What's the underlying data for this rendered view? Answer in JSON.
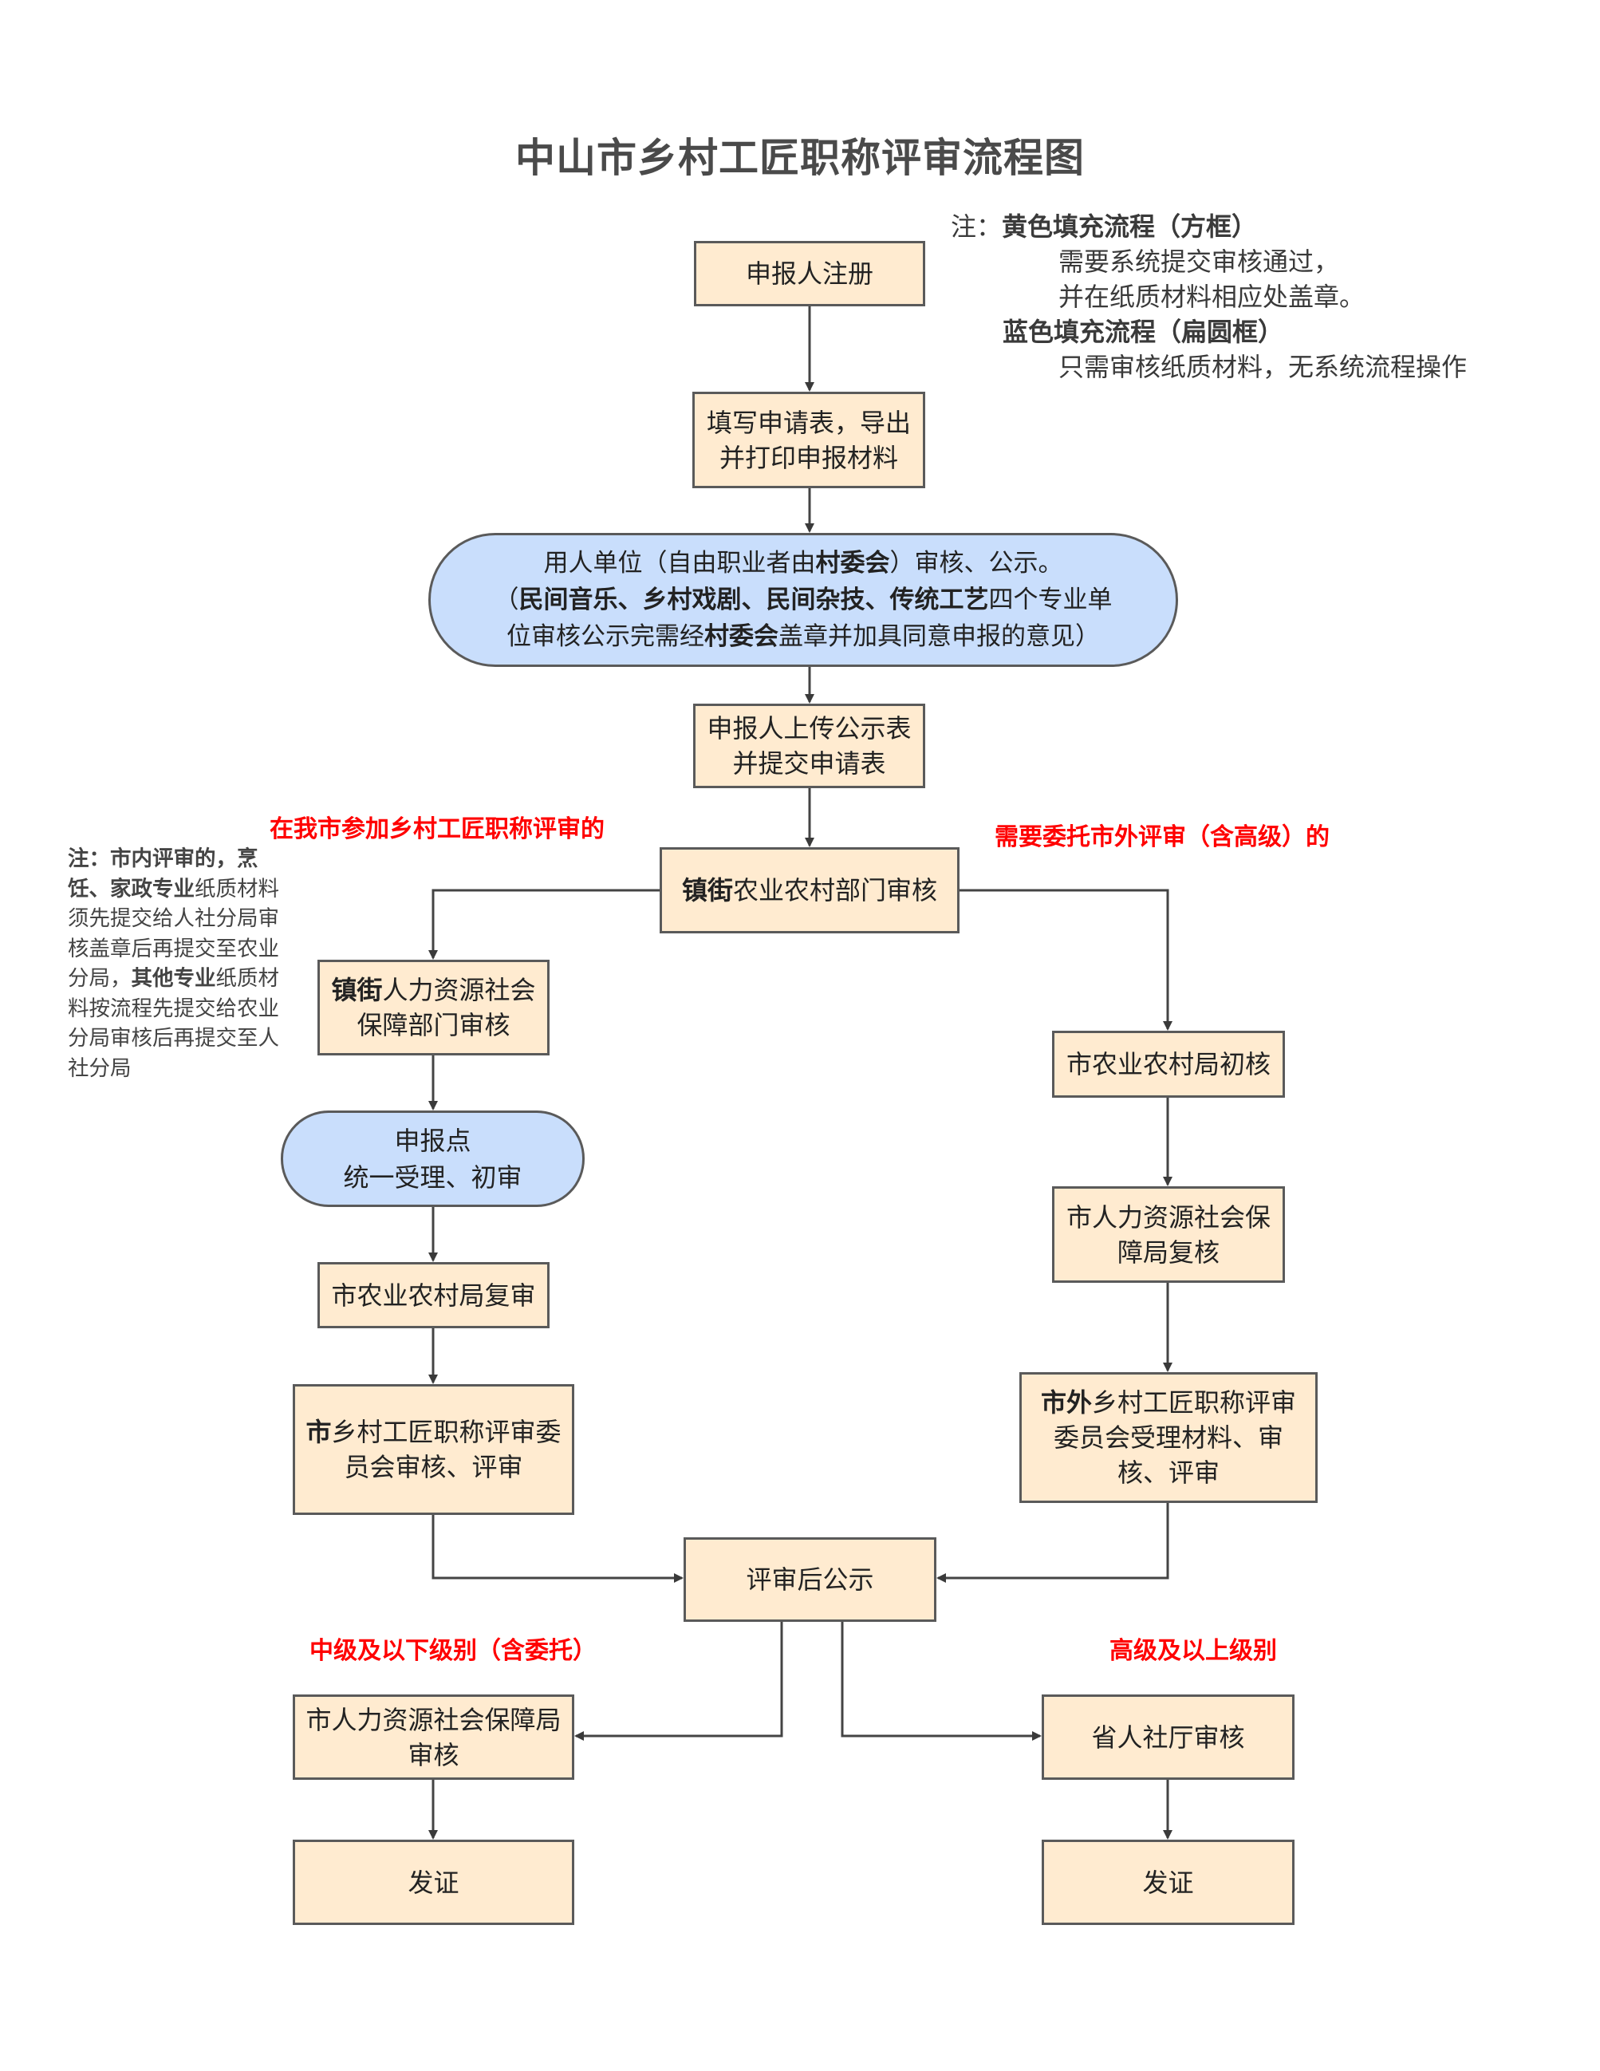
{
  "title": "中山市乡村工匠职称评审流程图",
  "legend": {
    "prefix": "注：",
    "yellow_title": "黄色填充流程（方框）",
    "yellow_desc_1": "需要系统提交审核通过，",
    "yellow_desc_2": "并在纸质材料相应处盖章。",
    "blue_title": "蓝色填充流程（扁圆框）",
    "blue_desc": "只需审核纸质材料，无系统流程操作"
  },
  "colors": {
    "box_fill": "#FFEBD0",
    "pill_fill": "#C9DEFC",
    "border": "#5a5a5a",
    "highlight_red": "#ff0000"
  },
  "steps": {
    "register": "申报人注册",
    "fill_form_1": "填写申请表，导出",
    "fill_form_2": "并打印申报材料",
    "employer_review": {
      "l1_a": "用人单位（自由职业者由",
      "l1_b": "村委会",
      "l1_c": "）审核、公示。",
      "l2_a": "（",
      "l2_b": "民间音乐、乡村戏剧、民间杂技、传统工艺",
      "l2_c": "四个专业单",
      "l3_a": "位审核公示完需经",
      "l3_b": "村委会",
      "l3_c": "盖章并加具同意申报的意见）"
    },
    "upload_1": "申报人上传公示表",
    "upload_2": "并提交申请表",
    "town_agri": {
      "bold": "镇街",
      "rest": "农业农村部门审核"
    },
    "town_hr": {
      "bold": "镇街",
      "rest_1": "人力资源社会",
      "rest_2": "保障部门审核"
    },
    "declare_point_1": "申报点",
    "declare_point_2": "统一受理、初审",
    "city_agri_recheck": "市农业农村局复审",
    "city_committee": {
      "bold": "市",
      "rest_1": "乡村工匠职称评审委",
      "rest_2": "员会审核、评审"
    },
    "city_agri_initial": "市农业农村局初核",
    "city_hr_recheck_1": "市人力资源社会保",
    "city_hr_recheck_2": "障局复核",
    "outside_committee": {
      "bold": "市外",
      "rest_1": "乡村工匠职称评审",
      "rest_2": "委员会受理材料、审",
      "rest_3": "核、评审"
    },
    "post_review_publicity": "评审后公示",
    "city_hr_review_1": "市人力资源社会保障局",
    "city_hr_review_2": "审核",
    "province_hr_review": "省人社厅审核",
    "certificate_left": "发证",
    "certificate_right": "发证"
  },
  "branch_labels": {
    "local": "在我市参加乡村工匠职称评审的",
    "outside": "需要委托市外评审（含高级）的",
    "intermediate": "中级及以下级别（含委托）",
    "senior": "高级及以上级别"
  },
  "side_note": {
    "b1": "注：市内评审的，烹饪、家政专业",
    "t1": "纸质材料须先提交给人社分局审核盖章后再提交至农业分局，",
    "b2": "其他专业",
    "t2": "纸质材料按流程先提交给农业分局审核后再提交至人社分局"
  }
}
